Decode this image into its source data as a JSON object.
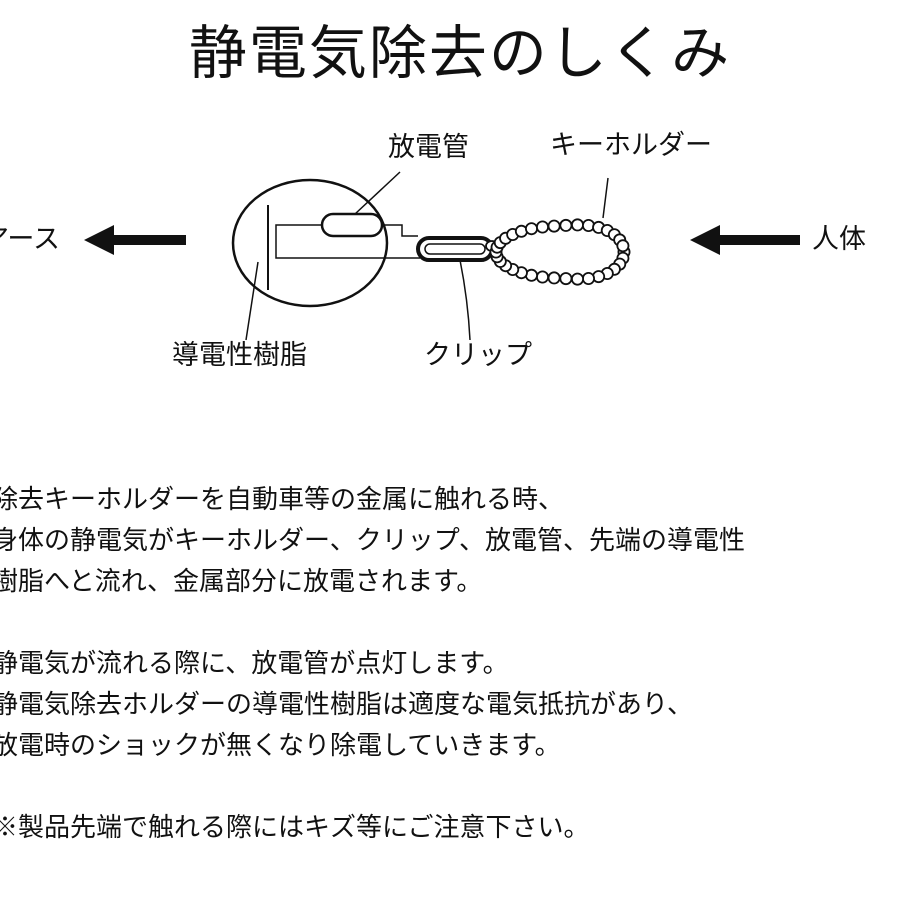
{
  "title": "静電気除去のしくみ",
  "diagram": {
    "labels": {
      "discharge_tube": "放電管",
      "key_holder": "キーホルダー",
      "earth": "アース",
      "human_body": "人体",
      "conductive_resin": "導電性樹脂",
      "clip": "クリップ"
    }
  },
  "description": {
    "paragraphs": [
      [
        "除去キーホルダーを自動車等の金属に触れる時、",
        "身体の静電気がキーホルダー、クリップ、放電管、先端の導電性",
        "樹脂へと流れ、金属部分に放電されます。"
      ],
      [
        "静電気が流れる際に、放電管が点灯します。",
        "静電気除去ホルダーの導電性樹脂は適度な電気抵抗があり、",
        "放電時のショックが無くなり除電していきます。"
      ],
      [
        "※製品先端で触れる際にはキズ等にご注意下さい。"
      ]
    ]
  }
}
